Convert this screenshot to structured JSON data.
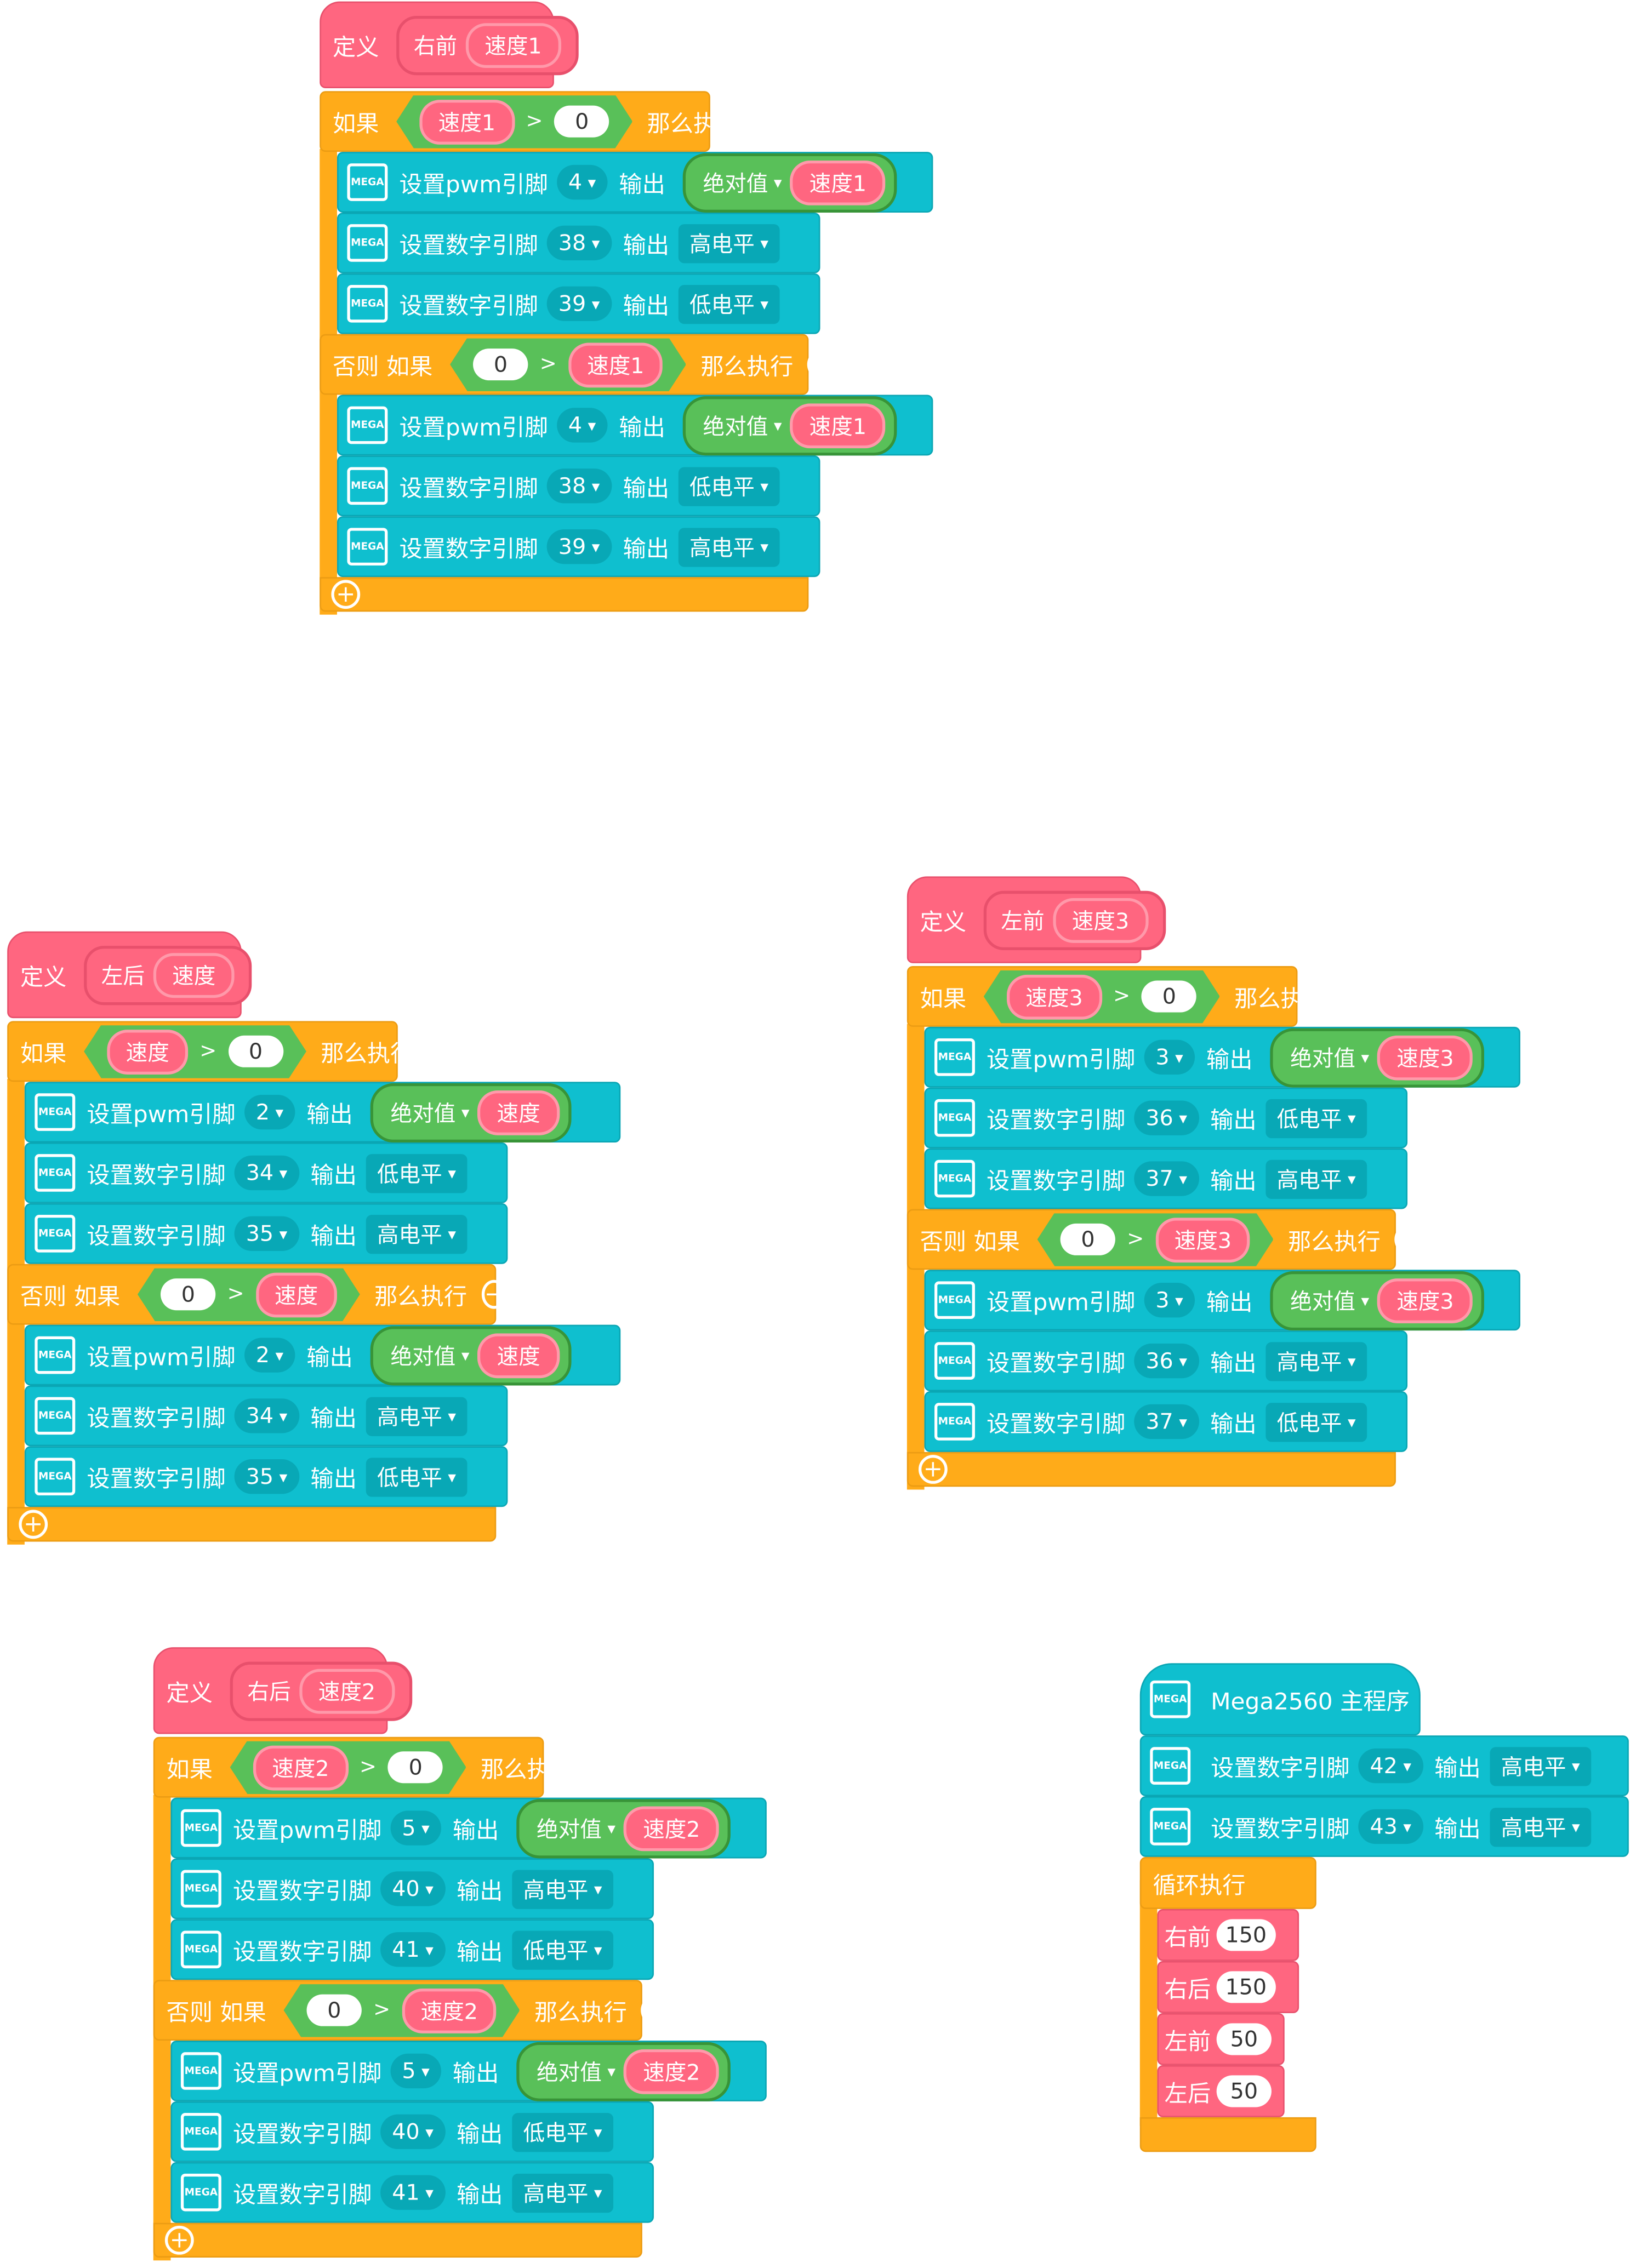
{
  "labels": {
    "define": "定义",
    "if": "如果",
    "else_if": "否则 如果",
    "then": "那么执行",
    "set_pwm": "设置pwm引脚",
    "set_digital": "设置数字引脚",
    "output": "输出",
    "abs": "绝对值",
    "high": "高电平",
    "low": "低电平",
    "gt": ">",
    "zero": "0",
    "mega": "MEGA",
    "loop": "循环执行",
    "main_program": "Mega2560 主程序"
  },
  "icons": [
    "mega-board-icon",
    "plus-circle-icon",
    "minus-circle-icon",
    "dropdown-arrow-icon"
  ],
  "colors": {
    "define_block": "#ff6680",
    "control_block": "#ffab19",
    "action_block": "#0fbfcf",
    "operator_block": "#59c059"
  },
  "scripts": {
    "right_front": {
      "name": "右前",
      "param": "速度1",
      "pos_pwm": "4",
      "pos_pin_a": "38",
      "pos_level_a": "高电平",
      "pos_pin_b": "39",
      "pos_level_b": "低电平",
      "neg_pwm": "4",
      "neg_pin_a": "38",
      "neg_level_a": "低电平",
      "neg_pin_b": "39",
      "neg_level_b": "高电平"
    },
    "left_back": {
      "name": "左后",
      "param": "速度",
      "pos_pwm": "2",
      "pos_pin_a": "34",
      "pos_level_a": "低电平",
      "pos_pin_b": "35",
      "pos_level_b": "高电平",
      "neg_pwm": "2",
      "neg_pin_a": "34",
      "neg_level_a": "高电平",
      "neg_pin_b": "35",
      "neg_level_b": "低电平"
    },
    "left_front": {
      "name": "左前",
      "param": "速度3",
      "pos_pwm": "3",
      "pos_pin_a": "36",
      "pos_level_a": "低电平",
      "pos_pin_b": "37",
      "pos_level_b": "高电平",
      "neg_pwm": "3",
      "neg_pin_a": "36",
      "neg_level_a": "高电平",
      "neg_pin_b": "37",
      "neg_level_b": "低电平"
    },
    "right_back": {
      "name": "右后",
      "param": "速度2",
      "pos_pwm": "5",
      "pos_pin_a": "40",
      "pos_level_a": "高电平",
      "pos_pin_b": "41",
      "pos_level_b": "低电平",
      "neg_pwm": "5",
      "neg_pin_a": "40",
      "neg_level_a": "低电平",
      "neg_pin_b": "41",
      "neg_level_b": "高电平"
    }
  },
  "main": {
    "setup": [
      {
        "pin": "42",
        "level": "高电平"
      },
      {
        "pin": "43",
        "level": "高电平"
      }
    ],
    "calls": [
      {
        "name": "右前",
        "value": "150"
      },
      {
        "name": "右后",
        "value": "150"
      },
      {
        "name": "左前",
        "value": "50"
      },
      {
        "name": "左后",
        "value": "50"
      }
    ]
  }
}
